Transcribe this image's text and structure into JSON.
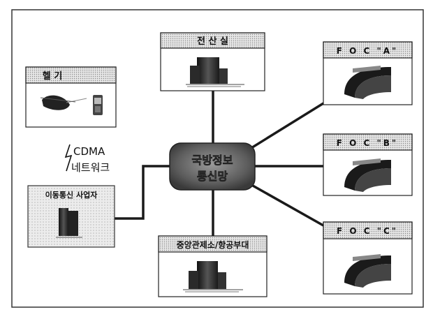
{
  "diagram": {
    "hub": {
      "line1": "국방정보",
      "line2": "통신망"
    },
    "nodes": {
      "handset": {
        "label": "헬 기"
      },
      "cdma": {
        "line1": "CDMA",
        "line2": "네트워크"
      },
      "carrier": {
        "label": "이동통신 사업자"
      },
      "datacenter": {
        "label": "전 산 실"
      },
      "central": {
        "label": "중앙관제소/항공부대"
      },
      "foc_a": {
        "label": "F O C \"A\""
      },
      "foc_b": {
        "label": "F O C \"B\""
      },
      "foc_c": {
        "label": "F O C \"C\""
      }
    },
    "colors": {
      "frame": "#333333",
      "link": "#1a1a1a",
      "header_fill": "#d9d9d9",
      "hub_fill": "#6f6f6f",
      "carrier_fill": "#dedede"
    },
    "icons": [
      "helicopter-icon",
      "mobile-phone-icon",
      "lightning-icon",
      "building-icon",
      "curved-building-icon"
    ]
  }
}
